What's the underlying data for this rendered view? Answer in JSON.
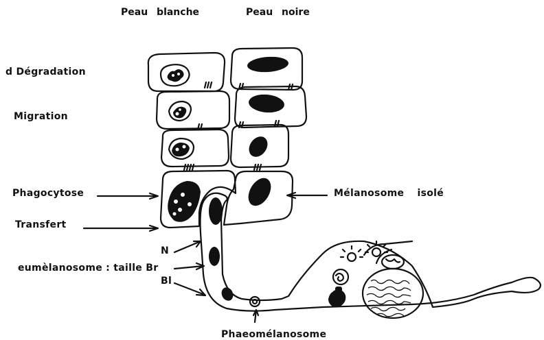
{
  "columns": {
    "left": "Peau blanche",
    "right": "Peau noire"
  },
  "labels": {
    "degradation": "d Dégradation",
    "migration": "Migration",
    "phagocytose": "Phagocytose",
    "transfert": "Transfert",
    "n": "N",
    "eumelanosome": "eumèlanosome : taille Br",
    "bl": "Bl",
    "melanosome_isole": "Mélanosome isolé",
    "phaeomelanosome": "Phaeomélanosome"
  }
}
